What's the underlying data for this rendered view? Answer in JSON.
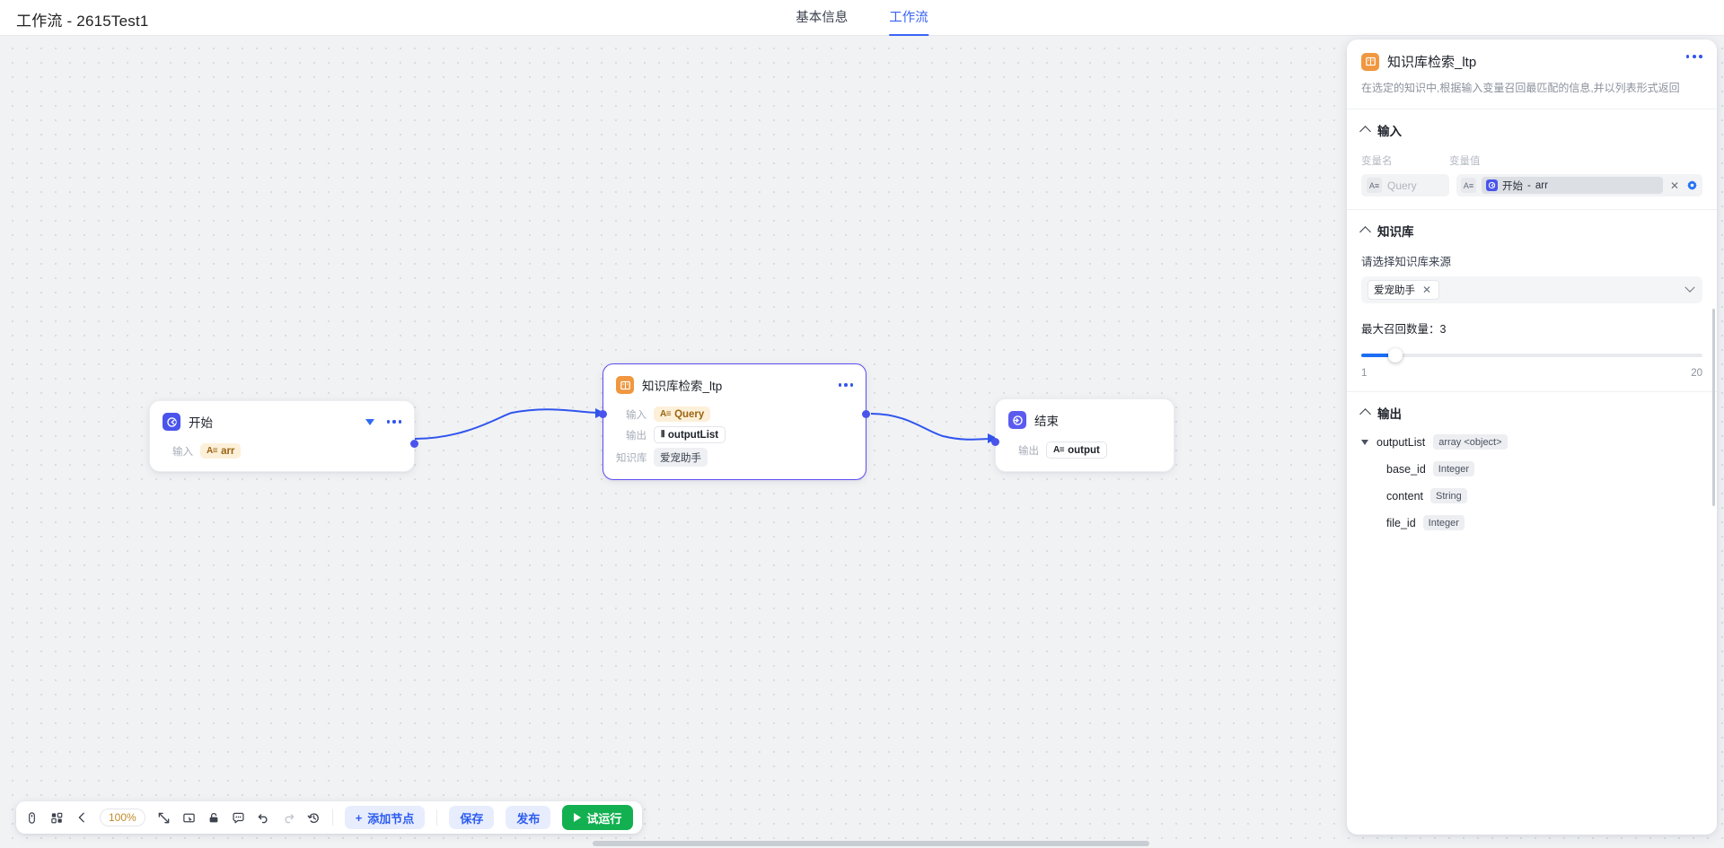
{
  "topbar": {
    "title": "工作流 - 2615Test1",
    "tabs": [
      {
        "label": "基本信息",
        "active": false
      },
      {
        "label": "工作流",
        "active": true
      }
    ]
  },
  "canvas": {
    "nodes": [
      {
        "id": "start",
        "title": "开始",
        "icon": "start-icon",
        "rows": [
          {
            "label": "输入",
            "chip": "arr",
            "glyph": "A≡",
            "style": "amber"
          }
        ]
      },
      {
        "id": "kb-retrieval",
        "title": "知识库检索_ltp",
        "icon": "knowledge-base-icon",
        "selected": true,
        "rows": [
          {
            "label": "输入",
            "chip": "Query",
            "glyph": "A≡",
            "style": "amber"
          },
          {
            "label": "输出",
            "chip": "outputList",
            "glyph": "⦀",
            "style": "white"
          },
          {
            "label": "知识库",
            "chip": "爱宠助手",
            "glyph": "",
            "style": "gray"
          }
        ]
      },
      {
        "id": "end",
        "title": "结束",
        "icon": "end-icon",
        "rows": [
          {
            "label": "输出",
            "chip": "output",
            "glyph": "A≡",
            "style": "white"
          }
        ]
      }
    ]
  },
  "panel": {
    "title": "知识库检索_ltp",
    "description": "在选定的知识中,根据输入变量召回最匹配的信息,并以列表形式返回",
    "input_section": {
      "title": "输入",
      "col_name": "变量名",
      "col_value": "变量值",
      "rows": [
        {
          "name": "Query",
          "name_glyph": "A≡",
          "value_glyph": "A≡",
          "ref_node": "开始",
          "ref_separator": " - ",
          "ref_field": "arr",
          "clear_label": "✕"
        }
      ]
    },
    "kb_section": {
      "title": "知识库",
      "field_label": "请选择知识库来源",
      "selected_tags": [
        {
          "label": "爱宠助手",
          "remove": "✕"
        }
      ]
    },
    "slider": {
      "label": "最大召回数量：3",
      "value": 3,
      "min_label": "1",
      "max_label": "20",
      "min": 1,
      "max": 20
    },
    "output_section": {
      "title": "输出",
      "root": {
        "name": "outputList",
        "type": "array <object>"
      },
      "children": [
        {
          "name": "base_id",
          "type": "Integer"
        },
        {
          "name": "content",
          "type": "String"
        },
        {
          "name": "file_id",
          "type": "Integer"
        }
      ]
    }
  },
  "toolbar": {
    "zoom_level": "100%",
    "icons": [
      "cursor-icon",
      "layout-grid-icon",
      "zoom-out-icon"
    ],
    "icons_right": [
      "fit-view-icon",
      "select-frame-icon",
      "lock-icon",
      "comment-icon",
      "undo-icon",
      "redo-icon",
      "history-icon"
    ],
    "add_node_label": "添加节点",
    "add_node_plus": "+",
    "save_label": "保存",
    "publish_label": "发布",
    "run_label": "试运行"
  },
  "colors": {
    "accent_blue": "#3b63f6",
    "node_selected": "#5b4df0",
    "kb_orange": "#f0973f",
    "run_green": "#12b050",
    "slider_blue": "#1b6ef3"
  }
}
